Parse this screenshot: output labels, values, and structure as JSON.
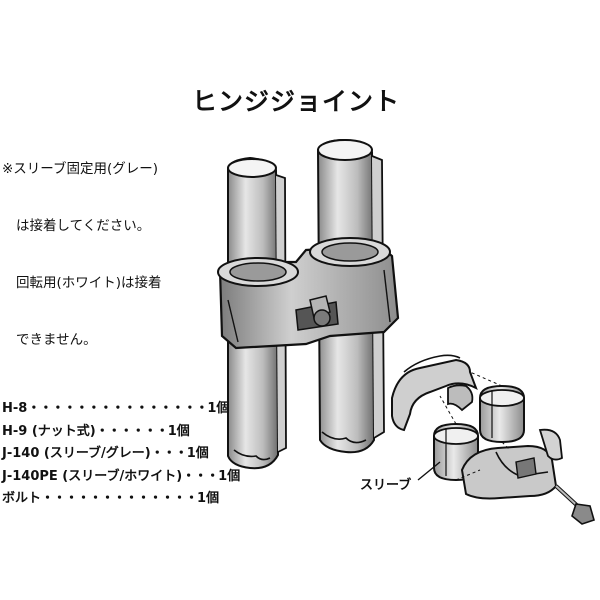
{
  "title": "ヒンジジョイント",
  "note": {
    "lines": [
      "※スリーブ固定用(グレー)",
      "は接着してください。",
      "回転用(ホワイト)は接着",
      "できません。"
    ]
  },
  "parts": [
    {
      "name": "H-8",
      "dots": "・・・・・・・・・・・・・・・",
      "qty": "1個"
    },
    {
      "name": "H-9 (ナット式)",
      "dots": "・・・・・・",
      "qty": "1個"
    },
    {
      "name": "J-140 (スリーブ/グレー)",
      "dots": "・・・",
      "qty": "1個"
    },
    {
      "name": "J-140PE (スリーブ/ホワイト)",
      "dots": "・・・",
      "qty": "1個"
    },
    {
      "name": "ボルト",
      "dots": "・・・・・・・・・・・・・",
      "qty": "1個"
    }
  ],
  "sleeve_label": "スリーブ"
}
